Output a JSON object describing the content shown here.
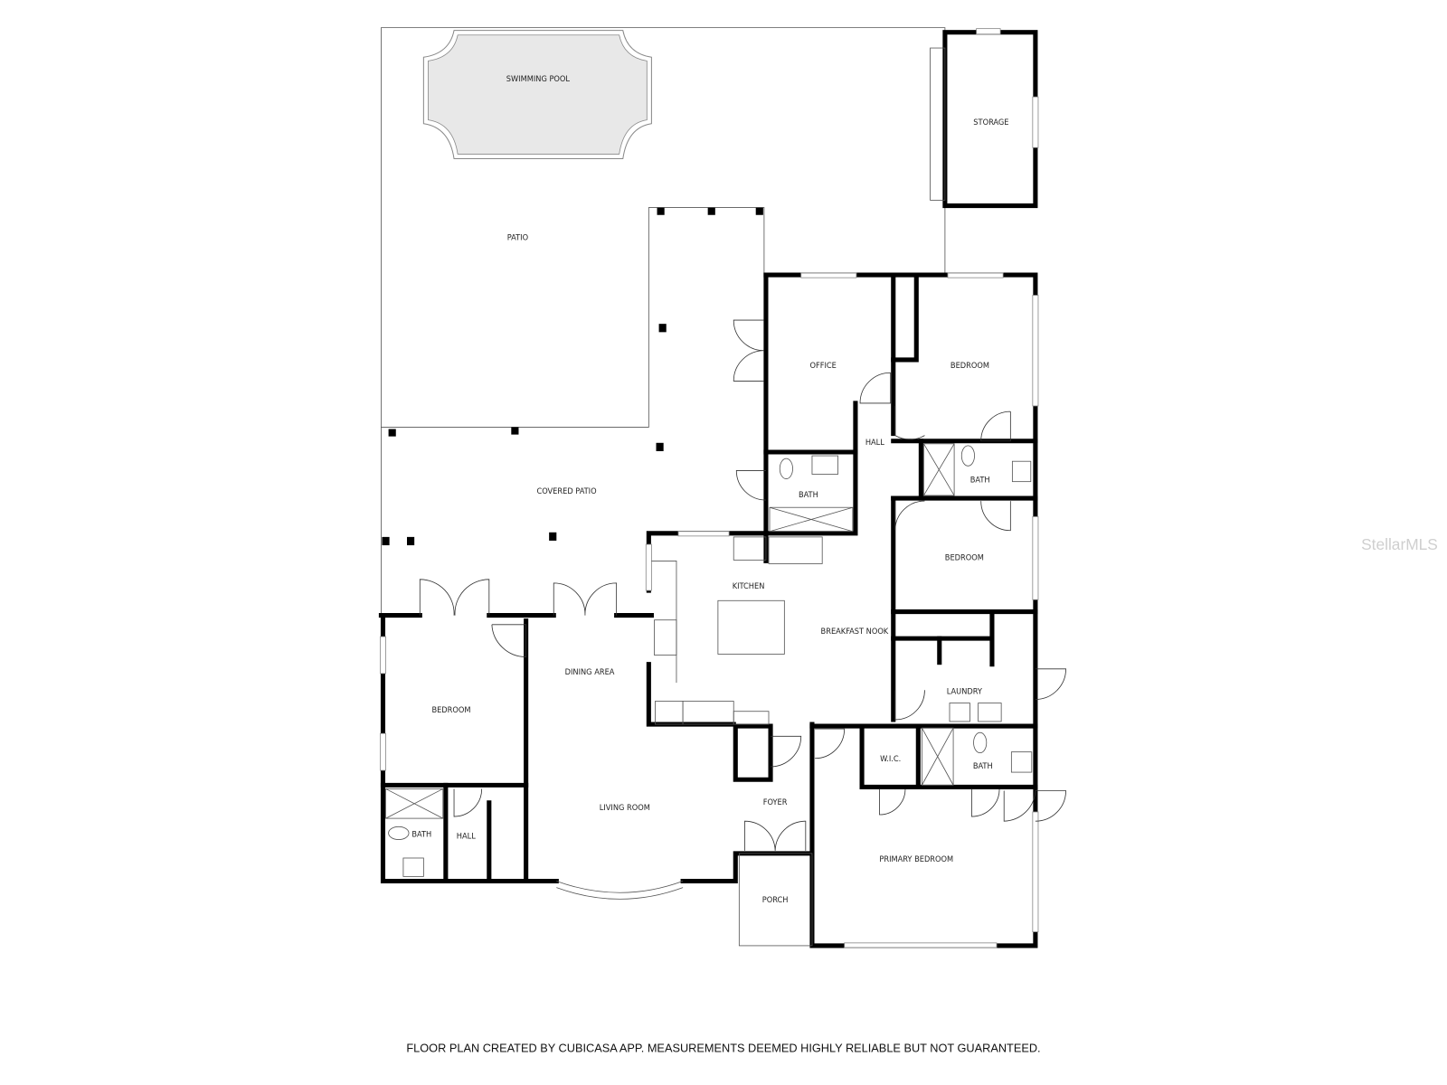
{
  "rooms": {
    "swimming_pool": "SWIMMING POOL",
    "storage": "STORAGE",
    "patio": "PATIO",
    "office": "OFFICE",
    "bedroom_ne": "BEDROOM",
    "hall_n": "HALL",
    "bath_office": "BATH",
    "bath_ne": "BATH",
    "covered_patio": "COVERED PATIO",
    "bedroom_mid": "BEDROOM",
    "kitchen": "KITCHEN",
    "breakfast_nook": "BREAKFAST NOOK",
    "laundry": "LAUNDRY",
    "dining_area": "DINING AREA",
    "bedroom_w": "BEDROOM",
    "living_room": "LIVING ROOM",
    "bath_w": "BATH",
    "hall_w": "HALL",
    "foyer": "FOYER",
    "porch": "PORCH",
    "wic": "W.I.C.",
    "bath_primary": "BATH",
    "primary_bedroom": "PRIMARY BEDROOM"
  },
  "footer": "FLOOR PLAN CREATED BY CUBICASA APP. MEASUREMENTS DEEMED HIGHLY RELIABLE BUT NOT GUARANTEED.",
  "watermark": "StellarMLS",
  "colors": {
    "pool_fill": "#e8e8e8",
    "walls": "#000000"
  }
}
